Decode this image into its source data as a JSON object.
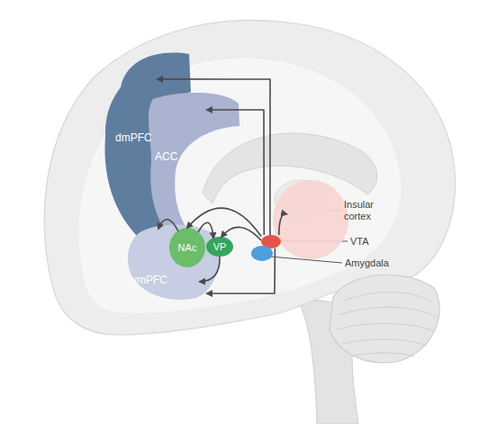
{
  "diagram": {
    "nodes": [
      {
        "text": [
          "dmPFC"
        ]
      },
      {
        "text": [
          "ACC"
        ]
      },
      {
        "text": [
          "Insular cortex"
        ]
      },
      {
        "text": [
          "NAc"
        ]
      },
      {
        "text": [
          "VP"
        ]
      },
      {
        "text": [
          "VTA"
        ]
      },
      {
        "text": [
          "Amygdala"
        ]
      },
      {
        "text": [
          "vmPFC"
        ]
      }
    ],
    "edges": [
      {
        "from": 5,
        "to": 0,
        "arrow": "to"
      },
      {
        "from": 5,
        "to": 1,
        "arrow": "to"
      },
      {
        "from": 5,
        "to": 3,
        "arrow": "to"
      },
      {
        "from": 5,
        "to": 4,
        "arrow": "to"
      },
      {
        "from": 5,
        "to": 2,
        "arrow": "to"
      },
      {
        "from": 5,
        "to": 7,
        "arrow": "to"
      },
      {
        "from": 3,
        "to": 4,
        "arrow": "to"
      },
      {
        "from": 3,
        "to": 7,
        "arrow": "to"
      },
      {
        "from": 4,
        "to": 7,
        "arrow": "to"
      }
    ]
  }
}
